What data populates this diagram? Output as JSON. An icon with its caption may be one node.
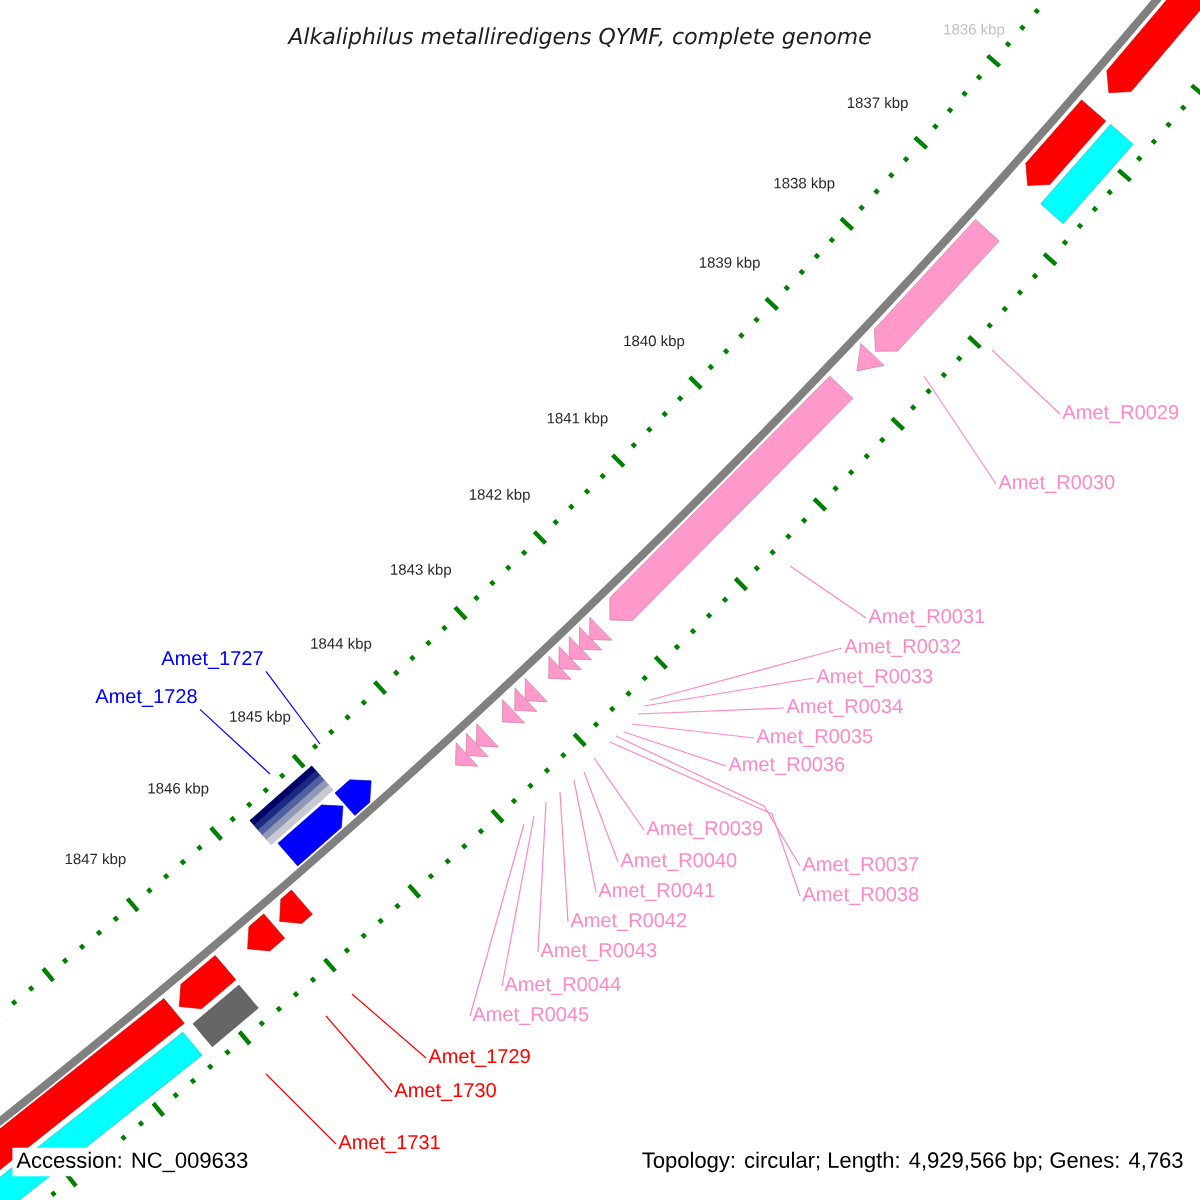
{
  "diagram": {
    "title": "Alkaliphilus metalliredigens QYMF, complete genome",
    "nodes": [
      {
        "text": [
          "Amet_R0029"
        ]
      },
      {
        "text": [
          "Amet_R0030"
        ]
      },
      {
        "text": [
          "Amet_R0031"
        ]
      },
      {
        "text": [
          "Amet_R0032"
        ]
      },
      {
        "text": [
          "Amet_1727"
        ]
      },
      {
        "text": [
          "Amet_R0033"
        ]
      },
      {
        "text": [
          "Amet_1728"
        ]
      },
      {
        "text": [
          "Amet_R0034"
        ]
      },
      {
        "text": [
          "Amet_R0035"
        ]
      },
      {
        "text": [
          "Amet_R0036"
        ]
      },
      {
        "text": [
          "Amet_R0039"
        ]
      },
      {
        "text": [
          "Amet_R0040"
        ]
      },
      {
        "text": [
          "Amet_R0037"
        ]
      },
      {
        "text": [
          "Amet_R0041"
        ]
      },
      {
        "text": [
          "Amet_R0038"
        ]
      },
      {
        "text": [
          "Amet_R0042"
        ]
      },
      {
        "text": [
          "Amet_R0043"
        ]
      },
      {
        "text": [
          "Amet_R0044"
        ]
      },
      {
        "text": [
          "Amet_R0045"
        ]
      },
      {
        "text": [
          "Amet_1729"
        ]
      },
      {
        "text": [
          "Amet_1730"
        ]
      },
      {
        "text": [
          "Amet_1731"
        ]
      }
    ],
    "edges": [
      {
        "from": 0,
        "to": null,
        "arrow": "none"
      },
      {
        "from": 1,
        "to": null,
        "arrow": "none"
      },
      {
        "from": 2,
        "to": null,
        "arrow": "none"
      },
      {
        "from": 3,
        "to": null,
        "arrow": "none"
      },
      {
        "from": 4,
        "to": null,
        "arrow": "none",
        "color": "#0000ff"
      },
      {
        "from": 5,
        "to": null,
        "arrow": "none"
      },
      {
        "from": 6,
        "to": null,
        "arrow": "none",
        "color": "#0000ff"
      },
      {
        "from": 7,
        "to": null,
        "arrow": "none"
      },
      {
        "from": 8,
        "to": null,
        "arrow": "none"
      },
      {
        "from": 9,
        "to": null,
        "arrow": "none"
      },
      {
        "from": 10,
        "to": null,
        "arrow": "none"
      },
      {
        "from": 11,
        "to": null,
        "arrow": "none"
      },
      {
        "from": 12,
        "to": null,
        "arrow": "none"
      },
      {
        "from": 13,
        "to": null,
        "arrow": "none"
      },
      {
        "from": 14,
        "to": null,
        "arrow": "none"
      },
      {
        "from": 15,
        "to": null,
        "arrow": "none"
      },
      {
        "from": 16,
        "to": null,
        "arrow": "none"
      },
      {
        "from": 17,
        "to": null,
        "arrow": "none"
      },
      {
        "from": 18,
        "to": null,
        "arrow": "none"
      },
      {
        "from": 19,
        "to": null,
        "arrow": "none",
        "color": "#ff0000"
      },
      {
        "from": 20,
        "to": null,
        "arrow": "none",
        "color": "#ff0000"
      },
      {
        "from": 21,
        "to": null,
        "arrow": "none",
        "color": "#ff0000"
      }
    ],
    "labels": [
      "1836 kbp",
      "1837 kbp",
      "1838 kbp",
      "1839 kbp",
      "1840 kbp",
      "1841 kbp",
      "1842 kbp",
      "1843 kbp",
      "1844 kbp",
      "1845 kbp",
      "1846 kbp",
      "1847 kbp",
      "Accession: NC_009633",
      "Topology: circular; Length: 4,929,566 bp; Genes: 4,763"
    ]
  }
}
